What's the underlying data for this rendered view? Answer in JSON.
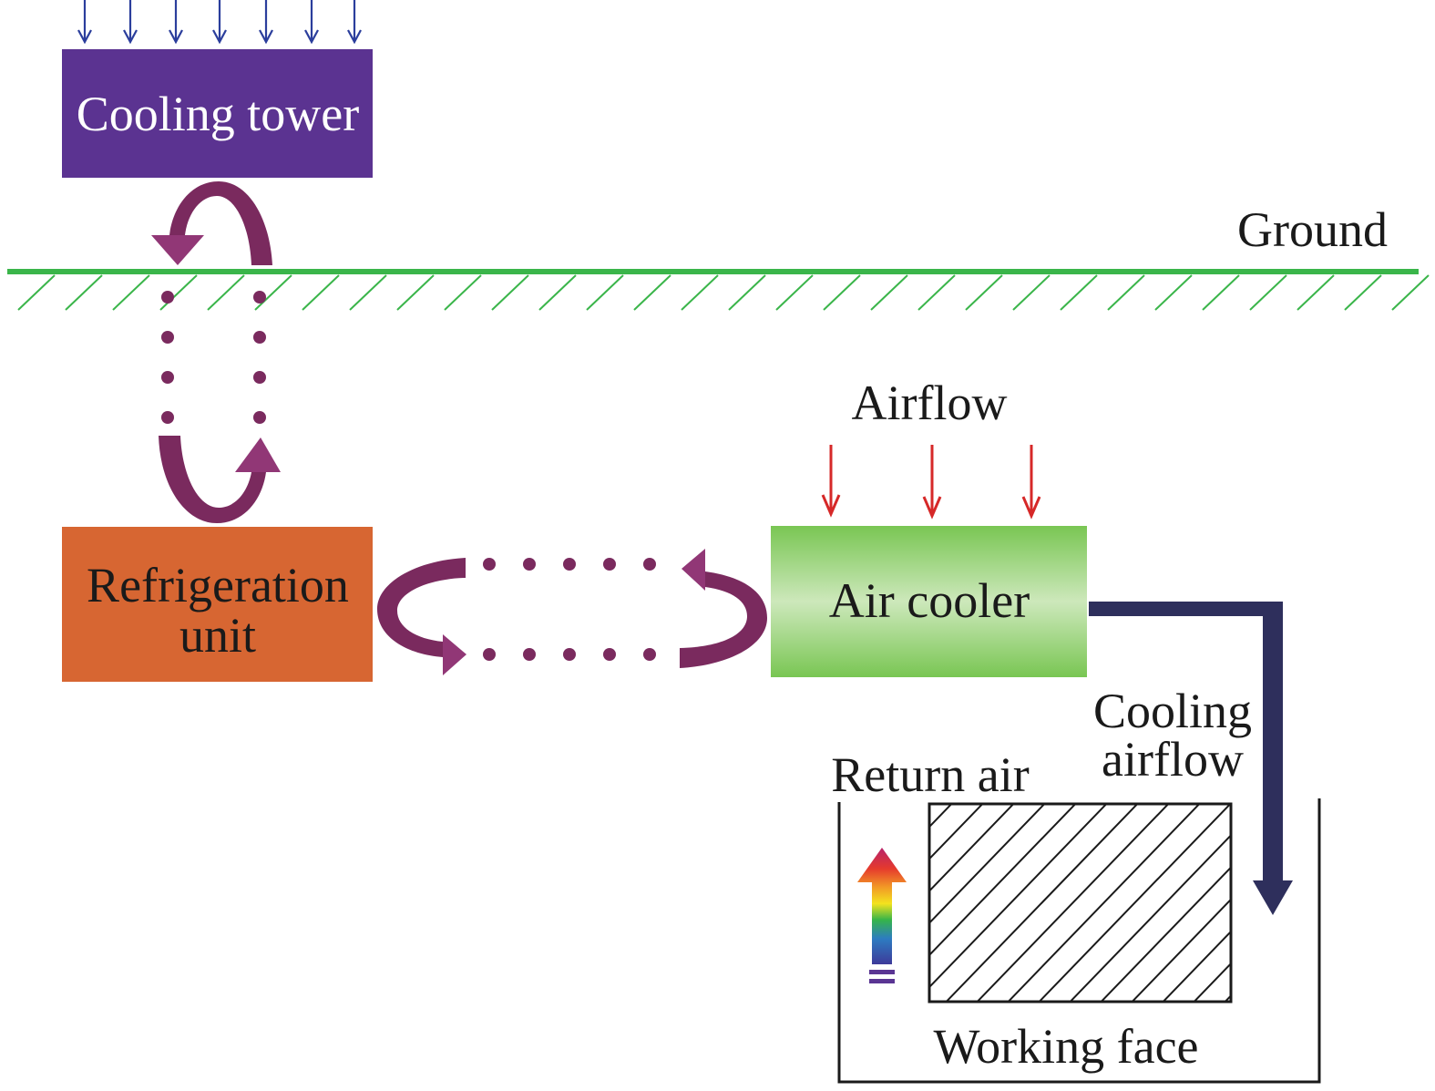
{
  "labels": {
    "cooling_tower": "Cooling tower",
    "ground": "Ground",
    "airflow": "Airflow",
    "refrigeration_line1": "Refrigeration",
    "refrigeration_line2": "unit",
    "air_cooler": "Air cooler",
    "cooling_airflow_line1": "Cooling",
    "cooling_airflow_line2": "airflow",
    "return_air": "Return air",
    "working_face": "Working face"
  },
  "colors": {
    "cooling_tower": "#5b3391",
    "refrigeration_unit": "#d76632",
    "air_cooler_edge": "#79c653",
    "air_cooler_center": "#cde8bb",
    "ground_line": "#3ab54a",
    "circulation_arrow": "#7a2a5e",
    "circulation_arrow_light": "#913776",
    "top_arrows": "#2b3e9c",
    "airflow_arrows": "#d62828",
    "cooling_airflow_arrow": "#2e2f5c",
    "hatch": "#1a1a1a"
  }
}
